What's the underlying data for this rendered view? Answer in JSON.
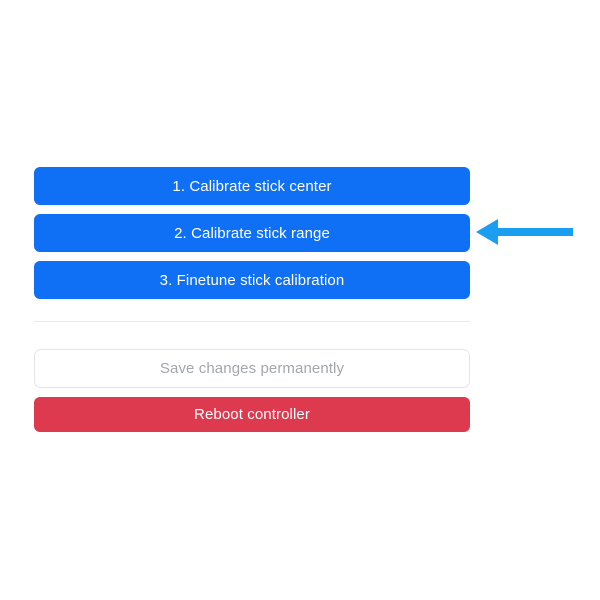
{
  "page": {
    "background_color": "#ffffff"
  },
  "calibration_panel": {
    "buttons": [
      {
        "label": "1. Calibrate stick center",
        "style": "primary",
        "name": "calibrate-stick-center-button"
      },
      {
        "label": "2. Calibrate stick range",
        "style": "primary",
        "name": "calibrate-stick-range-button"
      },
      {
        "label": "3. Finetune stick calibration",
        "style": "primary",
        "name": "finetune-stick-calibration-button"
      }
    ],
    "accent_color": "#1070f5"
  },
  "footer": {
    "save_button": {
      "label": "Save changes permanently",
      "text_color": "#a2a6ad",
      "background_color": "#ffffff",
      "border_color": "#e4e5e9"
    },
    "reboot_button": {
      "label": "Reboot controller",
      "text_color": "#ffffff",
      "background_color": "#dd3a4f"
    }
  },
  "divider": {
    "color": "#e9e9ee"
  },
  "annotation": {
    "arrow": {
      "icon": "arrow-left-icon",
      "color": "#1b9df0",
      "points_at": "2. Calibrate stick range",
      "direction": "left"
    }
  }
}
